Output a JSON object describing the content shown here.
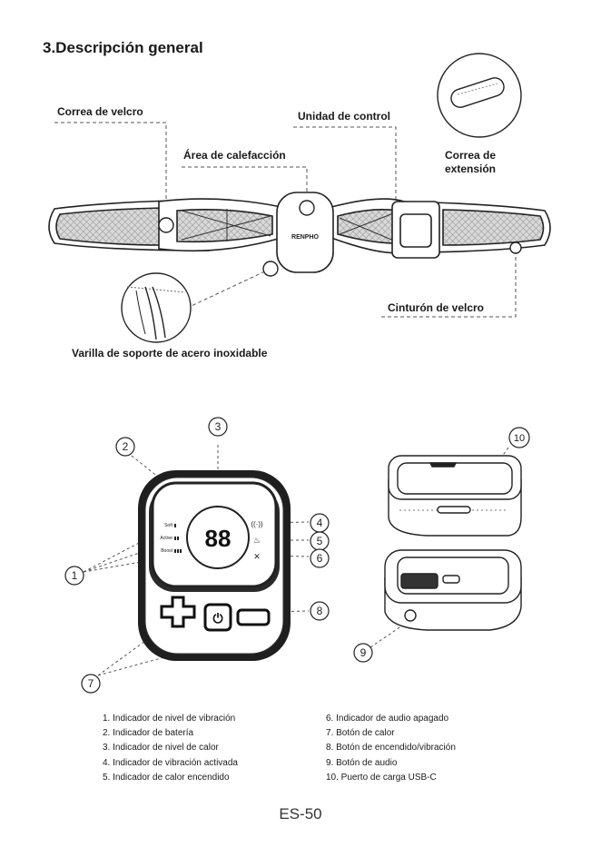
{
  "page": {
    "title": "3.Descripción general",
    "footer": "ES-50"
  },
  "belt_diagram": {
    "labels": {
      "velcro_strap": "Correa de velcro",
      "control_unit": "Unidad de control",
      "heating_area": "Área de calefacción",
      "extension_strap_line1": "Correa de",
      "extension_strap_line2": "extensión",
      "velcro_belt": "Cinturón de velcro",
      "support_rod": "Varilla de soporte de acero inoxidable"
    },
    "brand": "RENPHO"
  },
  "control_diagram": {
    "display": "88",
    "levels": [
      "Soft",
      "Active",
      "Boost"
    ],
    "callouts": [
      "1",
      "2",
      "3",
      "4",
      "5",
      "6",
      "7",
      "8",
      "9",
      "10"
    ]
  },
  "legend": {
    "left": [
      "1.  Indicador de nivel de vibración",
      "2.  Indicador de batería",
      "3.  Indicador de nivel de calor",
      "4.  Indicador de vibración activada",
      "5.  Indicador de calor encendido"
    ],
    "right": [
      "6.  Indicador de audio apagado",
      "7.  Botón de calor",
      "8.  Botón de encendido/vibración",
      "9.  Botón de audio",
      "10.  Puerto de carga USB-C"
    ]
  }
}
